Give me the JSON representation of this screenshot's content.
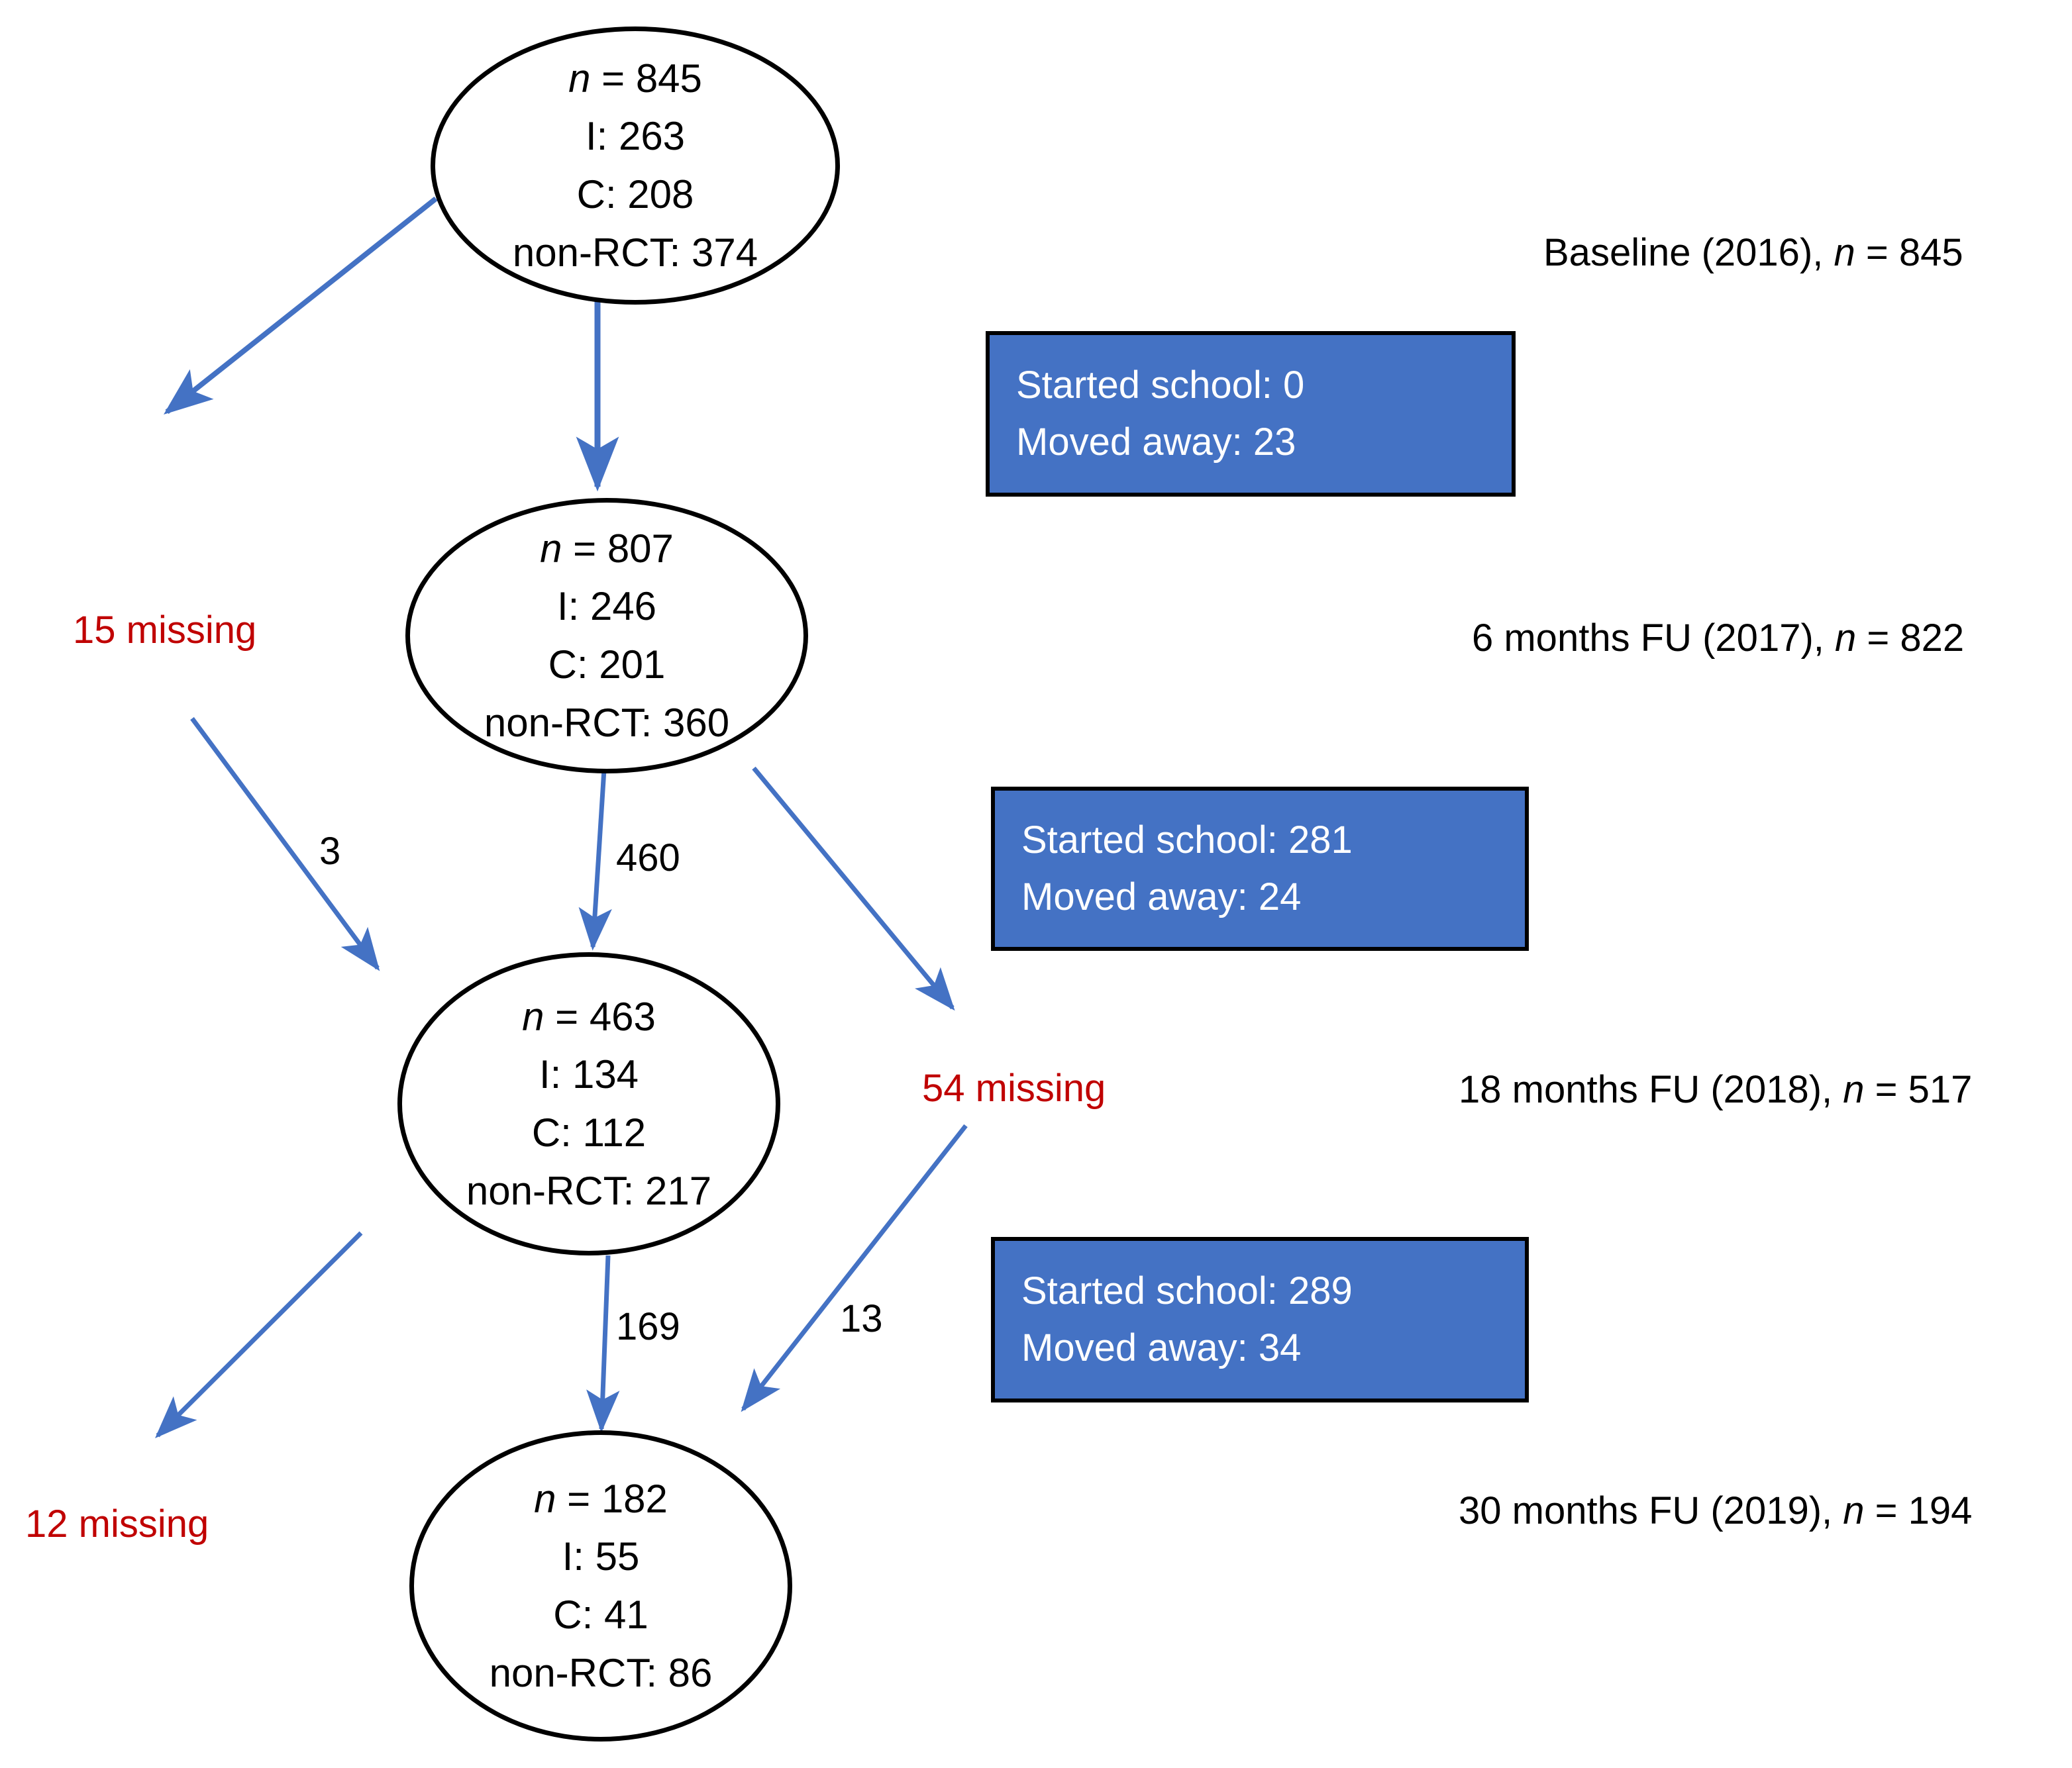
{
  "figure": {
    "type": "flow-diagram",
    "description": "Participant flow across study follow-up waves",
    "colors": {
      "arrow_blue": "#4472C4",
      "box_fill": "#4472C4",
      "box_border": "#000000",
      "node_border": "#000000",
      "missing_red": "#C00000",
      "text_black": "#000000",
      "background": "#FFFFFF"
    }
  },
  "nodes": [
    {
      "id": "baseline",
      "lines": [
        "n = 845",
        "I: 263",
        "C: 208",
        "non-RCT: 374"
      ],
      "n": 845,
      "intervention": 263,
      "control": 208,
      "non_rct": 374
    },
    {
      "id": "fu6",
      "lines": [
        "n = 807",
        "I: 246",
        "C: 201",
        "non-RCT: 360"
      ],
      "n": 807,
      "intervention": 246,
      "control": 201,
      "non_rct": 360
    },
    {
      "id": "fu18",
      "lines": [
        "n = 463",
        "I: 134",
        "C: 112",
        "non-RCT: 217"
      ],
      "n": 463,
      "intervention": 134,
      "control": 112,
      "non_rct": 217
    },
    {
      "id": "fu30",
      "lines": [
        "n = 182",
        "I: 55",
        "C: 41",
        "non-RCT: 86"
      ],
      "n": 182,
      "intervention": 55,
      "control": 41,
      "non_rct": 86
    }
  ],
  "stage_labels": [
    {
      "id": "baseline",
      "text": "Baseline (2016), n = 845",
      "prefix": "Baseline (2016), ",
      "var": "n",
      "suffix": " = 845"
    },
    {
      "id": "fu6",
      "text": "6 months FU (2017), n = 822",
      "prefix": "6 months FU (2017), ",
      "var": "n",
      "suffix": " = 822"
    },
    {
      "id": "fu18",
      "text": "18 months FU (2018), n = 517",
      "prefix": "18 months FU (2018), ",
      "var": "n",
      "suffix": " = 517"
    },
    {
      "id": "fu30",
      "text": "30 months FU (2019), n = 194",
      "prefix": "30 months FU (2019), ",
      "var": "n",
      "suffix": " = 194"
    }
  ],
  "callouts": [
    {
      "id": "wave1",
      "line1": "Started school: 0",
      "line2": "Moved away: 23",
      "started_school": 0,
      "moved_away": 23
    },
    {
      "id": "wave2",
      "line1": "Started school: 281",
      "line2": "Moved away: 24",
      "started_school": 281,
      "moved_away": 24
    },
    {
      "id": "wave3",
      "line1": "Started school: 289",
      "line2": "Moved away: 34",
      "started_school": 289,
      "moved_away": 34
    }
  ],
  "missing_labels": [
    {
      "id": "missing15",
      "text": "15 missing",
      "value": 15
    },
    {
      "id": "missing54",
      "text": "54 missing",
      "value": 54
    },
    {
      "id": "missing12",
      "text": "12 missing",
      "value": 12
    }
  ],
  "edge_labels": [
    {
      "id": "edge-3",
      "text": "3",
      "value": 3
    },
    {
      "id": "edge-460",
      "text": "460",
      "value": 460
    },
    {
      "id": "edge-169",
      "text": "169",
      "value": 169
    },
    {
      "id": "edge-13",
      "text": "13",
      "value": 13
    }
  ]
}
